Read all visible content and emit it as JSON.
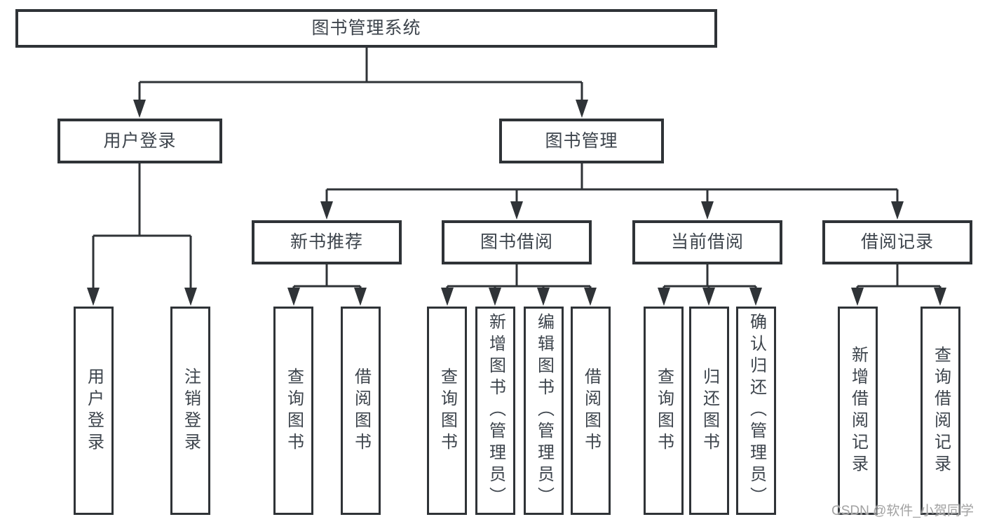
{
  "tree": {
    "label": "图书管理系统",
    "children": [
      {
        "label": "用户登录",
        "children": [
          {
            "label": "用户登录"
          },
          {
            "label": "注销登录"
          }
        ]
      },
      {
        "label": "图书管理",
        "children": [
          {
            "label": "新书推荐",
            "children": [
              {
                "label": "查询图书"
              },
              {
                "label": "借阅图书"
              }
            ]
          },
          {
            "label": "图书借阅",
            "children": [
              {
                "label": "查询图书"
              },
              {
                "label": "新增图书（管理员）"
              },
              {
                "label": "编辑图书（管理员）"
              },
              {
                "label": "借阅图书"
              }
            ]
          },
          {
            "label": "当前借阅",
            "children": [
              {
                "label": "查询图书"
              },
              {
                "label": "归还图书"
              },
              {
                "label": "确认归还（管理员）"
              }
            ]
          },
          {
            "label": "借阅记录",
            "children": [
              {
                "label": "新增借阅记录"
              },
              {
                "label": "查询借阅记录"
              }
            ]
          }
        ]
      }
    ]
  },
  "watermark": {
    "text": "CSDN @软件_小贺同学"
  },
  "colors": {
    "line": "#2f3337",
    "box_border": "#2f3337",
    "text": "#3d444c",
    "watermark": "#a2a2a2",
    "background": "#ffffff"
  }
}
